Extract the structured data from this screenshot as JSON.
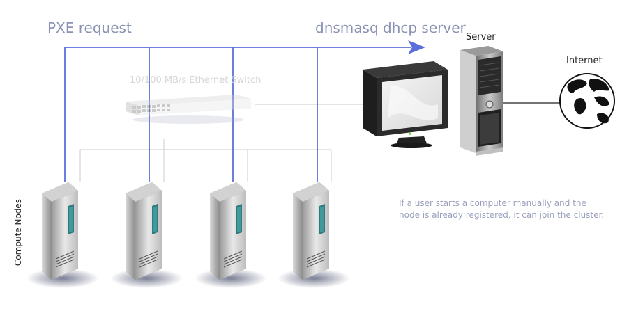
{
  "labels": {
    "pxe_request": "PXE request",
    "dhcp_server": "dnsmasq dhcp server",
    "switch": "10/100 MB/s Ethernet Switch",
    "server": "Server",
    "internet": "Internet",
    "compute_nodes": "Compute Nodes",
    "note_line1": "If a user starts a computer manually and the",
    "note_line2": "node is already registered, it can join the cluster."
  },
  "colors": {
    "pxe_line": "#5b6fdc",
    "label_text": "#8a93b3",
    "network_line": "#d4d4d4"
  },
  "icons": [
    "ethernet-switch-icon",
    "monitor-icon",
    "tower-server-icon",
    "globe-icon",
    "rack-server-icon"
  ],
  "compute_node_count": 4
}
